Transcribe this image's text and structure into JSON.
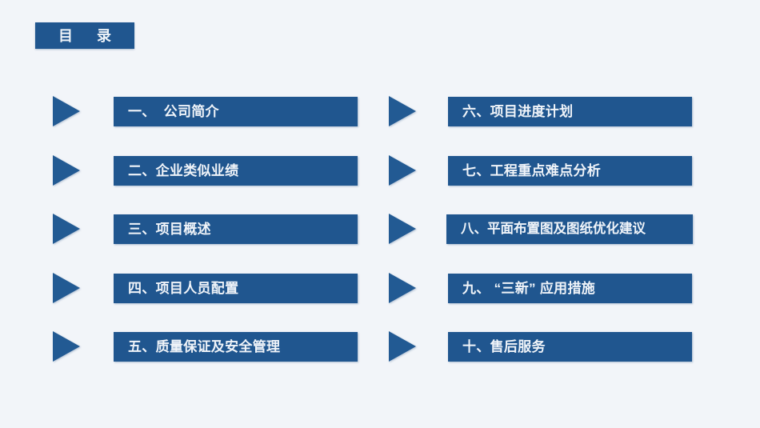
{
  "slide": {
    "background_color": "#f2f5f9",
    "accent_color": "#20568f",
    "arrow_color": "#225a93",
    "text_color": "#f0f4f9"
  },
  "title": {
    "text": "目　录",
    "icon": "none"
  },
  "toc": {
    "left_column": [
      {
        "index": "1",
        "label": "一、  公司简介",
        "arrow_icon": "play-triangle-icon"
      },
      {
        "index": "2",
        "label": "二、企业类似业绩",
        "arrow_icon": "play-triangle-icon"
      },
      {
        "index": "3",
        "label": "三、项目概述",
        "arrow_icon": "play-triangle-icon"
      },
      {
        "index": "4",
        "label": "四、项目人员配置",
        "arrow_icon": "play-triangle-icon"
      },
      {
        "index": "5",
        "label": "五、质量保证及安全管理",
        "arrow_icon": "play-triangle-icon"
      }
    ],
    "right_column": [
      {
        "index": "6",
        "label": "六、项目进度计划",
        "arrow_icon": "play-triangle-icon"
      },
      {
        "index": "7",
        "label": "七、工程重点难点分析",
        "arrow_icon": "play-triangle-icon"
      },
      {
        "index": "8",
        "label": "八、平面布置图及图纸优化建议",
        "arrow_icon": "play-triangle-icon"
      },
      {
        "index": "9",
        "label": "九、 “三新” 应用措施",
        "arrow_icon": "play-triangle-icon"
      },
      {
        "index": "10",
        "label": "十、售后服务",
        "arrow_icon": "play-triangle-icon"
      }
    ]
  }
}
